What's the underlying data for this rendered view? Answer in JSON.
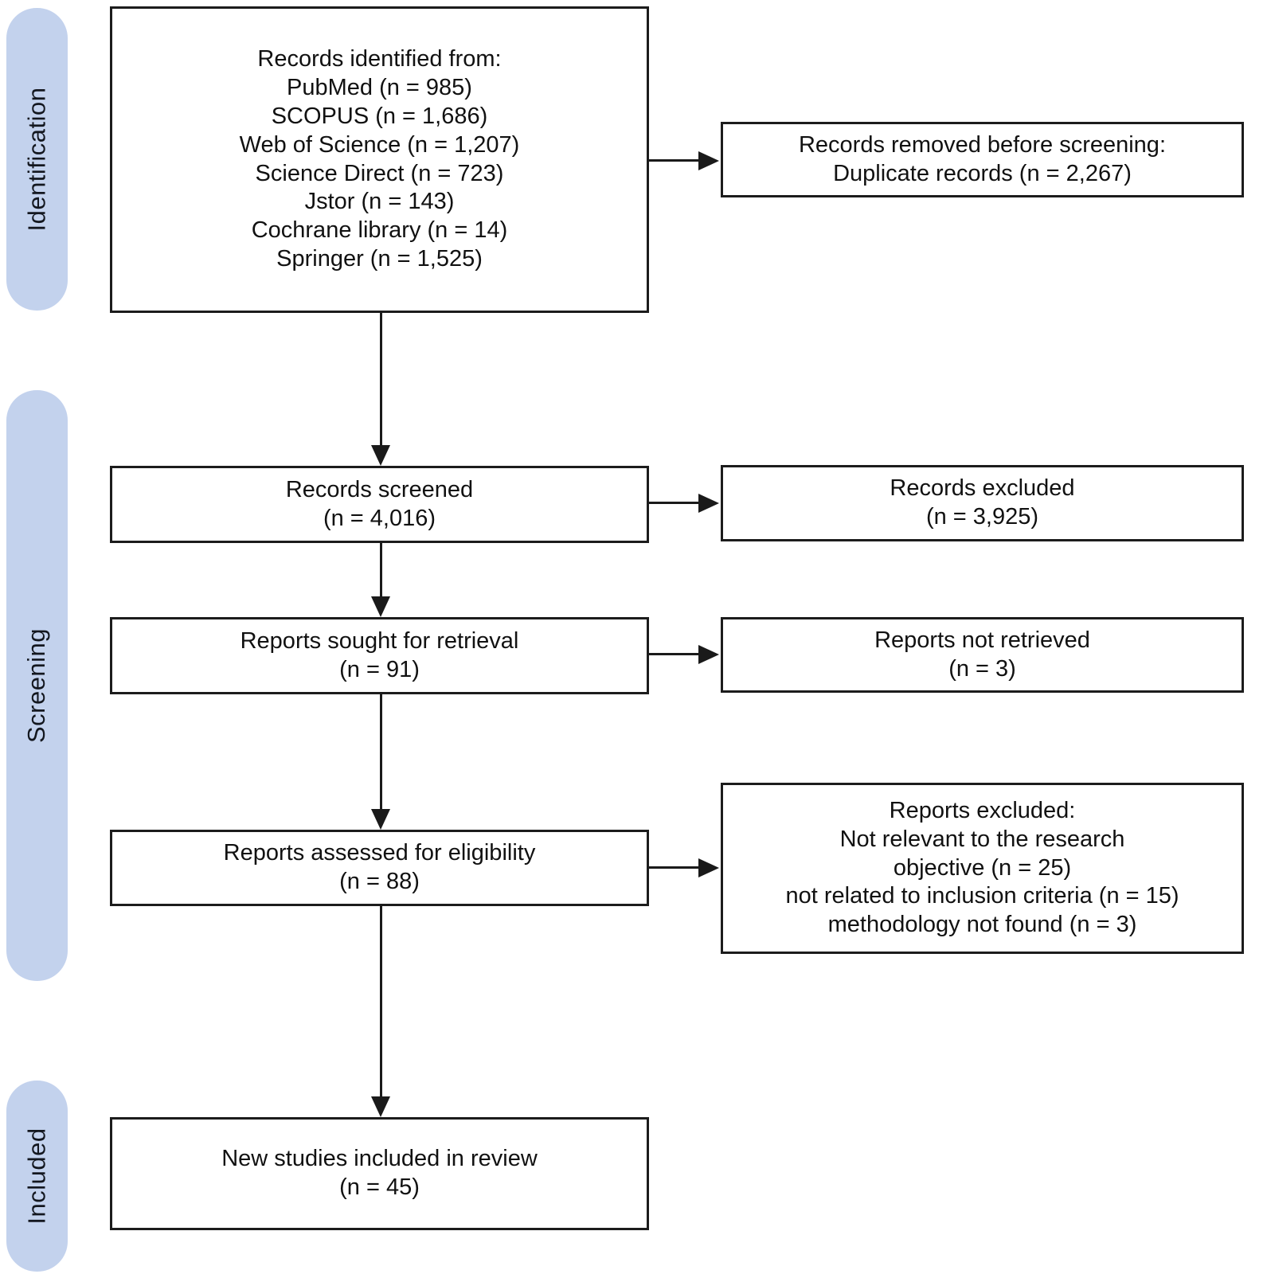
{
  "diagram": {
    "type": "prisma-flow",
    "colors": {
      "stage_fill": "#c3d2ed",
      "line": "#1a1a1a",
      "box_border": "#1c1c1c",
      "background": "#ffffff"
    },
    "stages": [
      {
        "label": "Identification"
      },
      {
        "label": "Screening"
      },
      {
        "label": "Included"
      }
    ],
    "boxes": {
      "identified": {
        "title": "Records identified from:",
        "sources": [
          "PubMed (n = 985)",
          "SCOPUS (n = 1,686)",
          "Web of Science (n = 1,207)",
          "Science Direct (n = 723)",
          "Jstor (n = 143)",
          "Cochrane library (n = 14)",
          "Springer (n = 1,525)"
        ]
      },
      "removed": {
        "lines": [
          "Records removed before screening:",
          "Duplicate records (n = 2,267)"
        ]
      },
      "screened": {
        "lines": [
          "Records screened",
          "(n = 4,016)"
        ]
      },
      "excluded": {
        "lines": [
          "Records excluded",
          "(n = 3,925)"
        ]
      },
      "sought": {
        "lines": [
          "Reports sought for retrieval",
          "(n = 91)"
        ]
      },
      "not_retrieved": {
        "lines": [
          "Reports not retrieved",
          "(n = 3)"
        ]
      },
      "assessed": {
        "lines": [
          "Reports assessed for eligibility",
          "(n = 88)"
        ]
      },
      "reports_excluded": {
        "lines": [
          "Reports excluded:",
          "Not relevant to the research",
          "objective (n = 25)",
          "not related to inclusion criteria (n = 15)",
          "methodology not found (n = 3)"
        ]
      },
      "included": {
        "lines": [
          "New studies included in review",
          "(n = 45)"
        ]
      }
    }
  }
}
